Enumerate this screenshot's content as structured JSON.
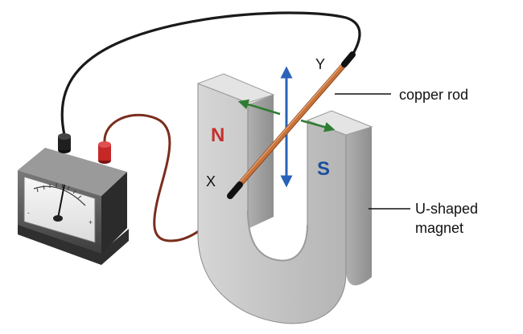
{
  "labels": {
    "copper_rod": "copper rod",
    "u_magnet_line1": "U-shaped",
    "u_magnet_line2": "magnet",
    "end_x": "X",
    "end_y": "Y",
    "pole_n": "N",
    "pole_s": "S"
  },
  "colors": {
    "magnet_face": "#c9c9c9",
    "magnet_side": "#a9a9a9",
    "magnet_top": "#e2e2e2",
    "pole_n": "#c6302b",
    "pole_s": "#1c4f9c",
    "copper": "#c8733a",
    "wire_black": "#1a1a1a",
    "wire_red_lead": "#7a2e1e",
    "terminal_red": "#c62828",
    "arrow_vertical": "#2a62b8",
    "arrow_horizontal": "#2e7d32"
  },
  "icons": {
    "meter": "galvanometer-icon",
    "magnet": "u-magnet-icon"
  }
}
